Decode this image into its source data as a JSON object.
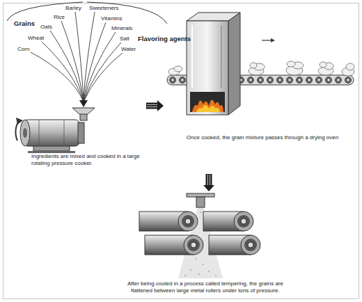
{
  "diagram": {
    "nodes": [
      {
        "text": [
          "Ingredients are mixed and cooked in a large rotating pressure cooker."
        ]
      },
      {
        "text": [
          "Once cooked, the grain mixture passes through a drying oven"
        ]
      },
      {
        "text": [
          "After being cooled in a process called tempering, the grains are flattened between large metal rollers under tons of pressure."
        ]
      }
    ],
    "edges": [
      {
        "from": 0,
        "to": 1,
        "arrow": "to"
      },
      {
        "from": 1,
        "to": 2,
        "arrow": "to"
      }
    ],
    "labels": [
      "Barley",
      "Sweeteners",
      "Grains",
      "Rice",
      "Vitamins",
      "Oats",
      "Minerals",
      "Flavoring agents",
      "Wheat",
      "Salt",
      "Corn",
      "Water"
    ]
  }
}
